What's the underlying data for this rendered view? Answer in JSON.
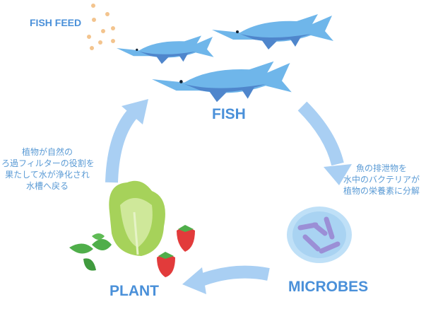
{
  "labels": {
    "fish_feed": "FISH FEED",
    "fish": "FISH",
    "microbes": "MICROBES",
    "plant": "PLANT"
  },
  "notes": {
    "microbes_note": [
      "魚の排泄物を",
      "水中のバクテリアが",
      "植物の栄養素に分解"
    ],
    "plant_note": [
      "植物が自然の",
      "ろ過フィルターの役割を",
      "果たして水が浄化され",
      "水槽へ戻る"
    ]
  },
  "colors": {
    "label": "#4a90d9",
    "arrow": "#a9cff3",
    "fish_body": "#6fb6ea",
    "fish_belly": "#5b8fd0",
    "feed": "#f3c48e",
    "microbe_rod": "#9b8fd6"
  }
}
